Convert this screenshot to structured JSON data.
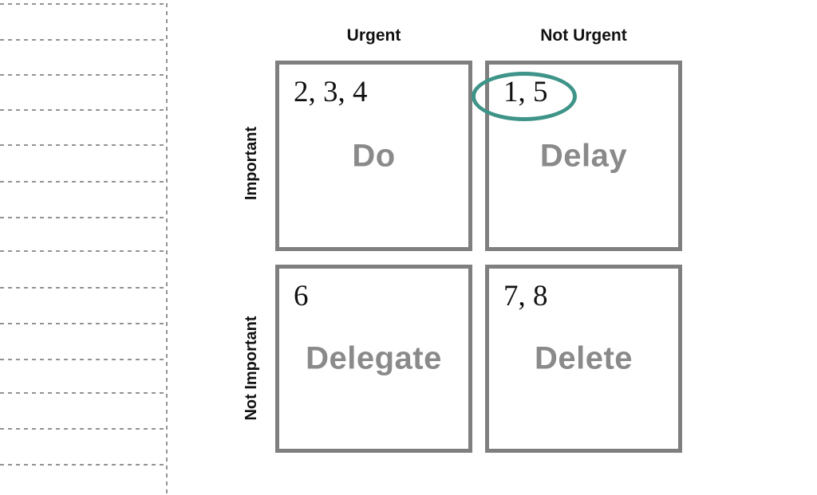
{
  "matrix": {
    "columns": [
      {
        "label": "Urgent"
      },
      {
        "label": "Not Urgent"
      }
    ],
    "rows": [
      {
        "label": "Important"
      },
      {
        "label": "Not Important"
      }
    ],
    "quadrants": [
      {
        "name": "do",
        "urgency": "Urgent",
        "importance": "Important",
        "items": "2, 3, 4",
        "action": "Do",
        "highlighted": false
      },
      {
        "name": "delay",
        "urgency": "Not Urgent",
        "importance": "Important",
        "items": "1, 5",
        "action": "Delay",
        "highlighted": true
      },
      {
        "name": "delegate",
        "urgency": "Urgent",
        "importance": "Not Important",
        "items": "6",
        "action": "Delegate",
        "highlighted": false
      },
      {
        "name": "delete",
        "urgency": "Not Urgent",
        "importance": "Not Important",
        "items": "7, 8",
        "action": "Delete",
        "highlighted": false
      }
    ],
    "highlight": {
      "shape": "ellipse",
      "around_items": "1, 5",
      "quadrant": "delay",
      "color": "#3e9488"
    }
  },
  "colors": {
    "background": "#ffffff",
    "box_border": "#7f7f7f",
    "action_text": "#8a8a8a",
    "header_text": "#111111",
    "items_text": "#111111",
    "ruled_lines": "#939393",
    "highlight": "#3e9488"
  }
}
